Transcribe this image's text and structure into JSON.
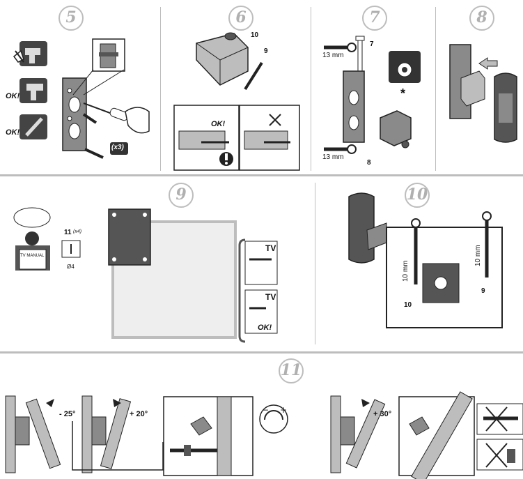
{
  "steps": [
    {
      "number": "5",
      "labels": {
        "x3": "(x3)",
        "ok1": "OK!",
        "ok2": "OK!"
      }
    },
    {
      "number": "6",
      "labels": {
        "p10": "10",
        "p9": "9",
        "ok": "OK!"
      }
    },
    {
      "number": "7",
      "labels": {
        "mm_top": "13 mm",
        "p7": "7",
        "mm_bottom": "13 mm",
        "p8": "8",
        "star": "*"
      }
    },
    {
      "number": "8"
    },
    {
      "number": "9",
      "labels": {
        "p11": "11",
        "x4": "(x4)",
        "dia": "Ø4",
        "tv1": "TV",
        "tv2": "TV",
        "ok": "OK!",
        "manual": "TV MANUAL"
      }
    },
    {
      "number": "10",
      "labels": {
        "mm_left": "10 mm",
        "mm_right": "10 mm",
        "p10": "10",
        "p9": "9"
      }
    },
    {
      "number": "11",
      "angles": [
        "- 25°",
        "+ 20°",
        "+ 30°"
      ]
    }
  ],
  "colors": {
    "line": "#222222",
    "light": "#bdbdbd",
    "dark": "#555555",
    "mid": "#8a8a8a"
  }
}
